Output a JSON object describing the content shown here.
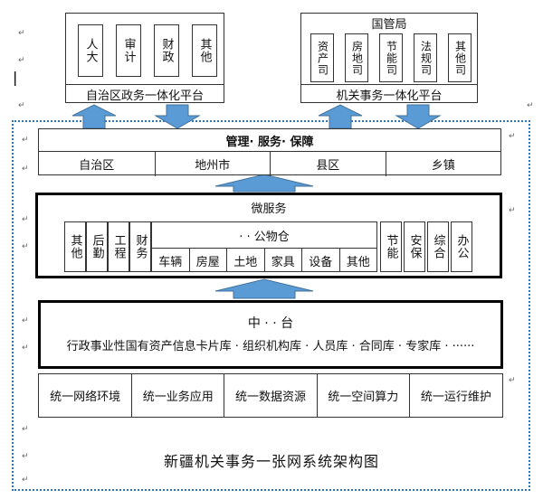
{
  "top_left": {
    "items": [
      "人大",
      "审计",
      "财政",
      "其他"
    ],
    "platform_label": "自治区政务一体化平台"
  },
  "top_right": {
    "title": "国管局",
    "items": [
      "资产司",
      "房地司",
      "节能司",
      "法规司",
      "其他司"
    ],
    "platform_label": "机关事务一体化平台"
  },
  "management": {
    "title": "管理· 服务· 保障",
    "levels": [
      "自治区",
      "地州市",
      "县区",
      "乡镇"
    ]
  },
  "micro_service": {
    "title": "微服务",
    "left_items": [
      "其他",
      "后勤",
      "工程",
      "财务"
    ],
    "warehouse_title": "· · 公物仓",
    "warehouse_items": [
      "车辆",
      "房屋",
      "土地",
      "家具",
      "设备",
      "其他"
    ],
    "right_items": [
      "节能",
      "安保",
      "综合",
      "办公"
    ]
  },
  "middle_platform": {
    "title": "中 · · 台",
    "databases": "行政事业性国有资产信息卡片库 · 组织机构库 · 人员库 · 合同库 · 专家库 · ······"
  },
  "unified": [
    "统一网络环境",
    "统一业务应用",
    "统一数据资源",
    "统一空间算力",
    "统一运行维护"
  ],
  "caption": "新疆机关事务一张网系统架构图",
  "colors": {
    "arrow_fill": "#5b9bd5",
    "arrow_stroke": "#41719c",
    "dotted_border": "#2e75b6"
  }
}
